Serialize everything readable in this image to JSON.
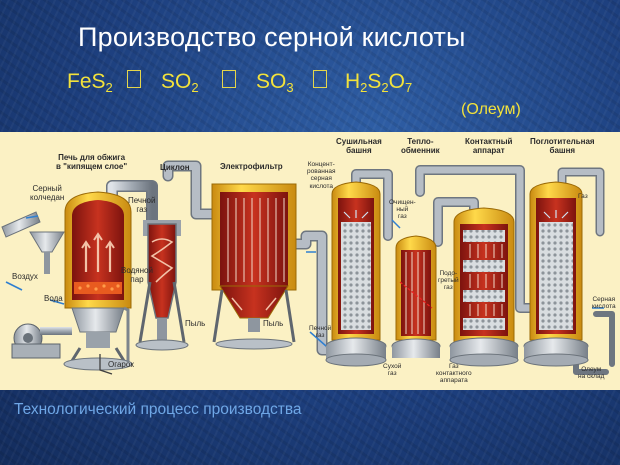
{
  "title": "Производство серной кислоты",
  "reaction": {
    "fes2": {
      "main": "FeS",
      "sub": "2"
    },
    "so2": {
      "main": "SO",
      "sub": "2"
    },
    "so3": {
      "main": "SO",
      "sub": "3"
    },
    "h2s2o7": {
      "p1": "H",
      "s1": "2",
      "p2": "S",
      "s2": "2",
      "p3": "O",
      "s3": "7"
    }
  },
  "oleum_label": "(Олеум)",
  "labels": {
    "furnace": [
      "Печь для обжига",
      "в \"кипящем слое\""
    ],
    "cyclone": [
      "Циклон"
    ],
    "electrofilter": [
      "Электрофильтр"
    ],
    "drying_tower": [
      "Сушильная",
      "башня"
    ],
    "heat_exchanger": [
      "Тепло-",
      "обменник"
    ],
    "contact_apparatus": [
      "Контактный",
      "аппарат"
    ],
    "absorption_tower": [
      "Поглотительная",
      "башня"
    ],
    "pyrite": [
      "Серный",
      "колчедан"
    ],
    "air": [
      "Воздух"
    ],
    "water": [
      "Вода"
    ],
    "kiln_gas": [
      "Печной",
      "газ"
    ],
    "steam": [
      "Водяной",
      "пар"
    ],
    "cinder": [
      "Огарок"
    ],
    "dust": [
      "Пыль"
    ],
    "dust2": [
      "Пыль"
    ],
    "conc_acid": [
      "Концент-",
      "рованная",
      "серная",
      "кислота"
    ],
    "purified_gas": [
      "Очищен-",
      "ный",
      "газ"
    ],
    "heated_gas": [
      "Подо-",
      "гретый",
      "газ"
    ],
    "gas_top": [
      "Газ"
    ],
    "kiln_gas2": [
      "Печной",
      "газ"
    ],
    "dry_gas": [
      "Сухой",
      "газ"
    ],
    "contact_gas": [
      "Газ",
      "контактного",
      "аппарата"
    ],
    "sulfuric_acid": [
      "Серная",
      "кислота"
    ],
    "oleum_storage": [
      "Олеум",
      "на склад"
    ]
  },
  "caption": "Технологический процесс производства",
  "colors": {
    "title": "#ffffff",
    "formula": "#f3e23b",
    "caption": "#6fa7e6",
    "diagram_bg": "#fbf1c4",
    "vessel_inner": "#b3261e",
    "vessel_shell": "#f4c21f",
    "pipe": "#9aa3ad"
  }
}
